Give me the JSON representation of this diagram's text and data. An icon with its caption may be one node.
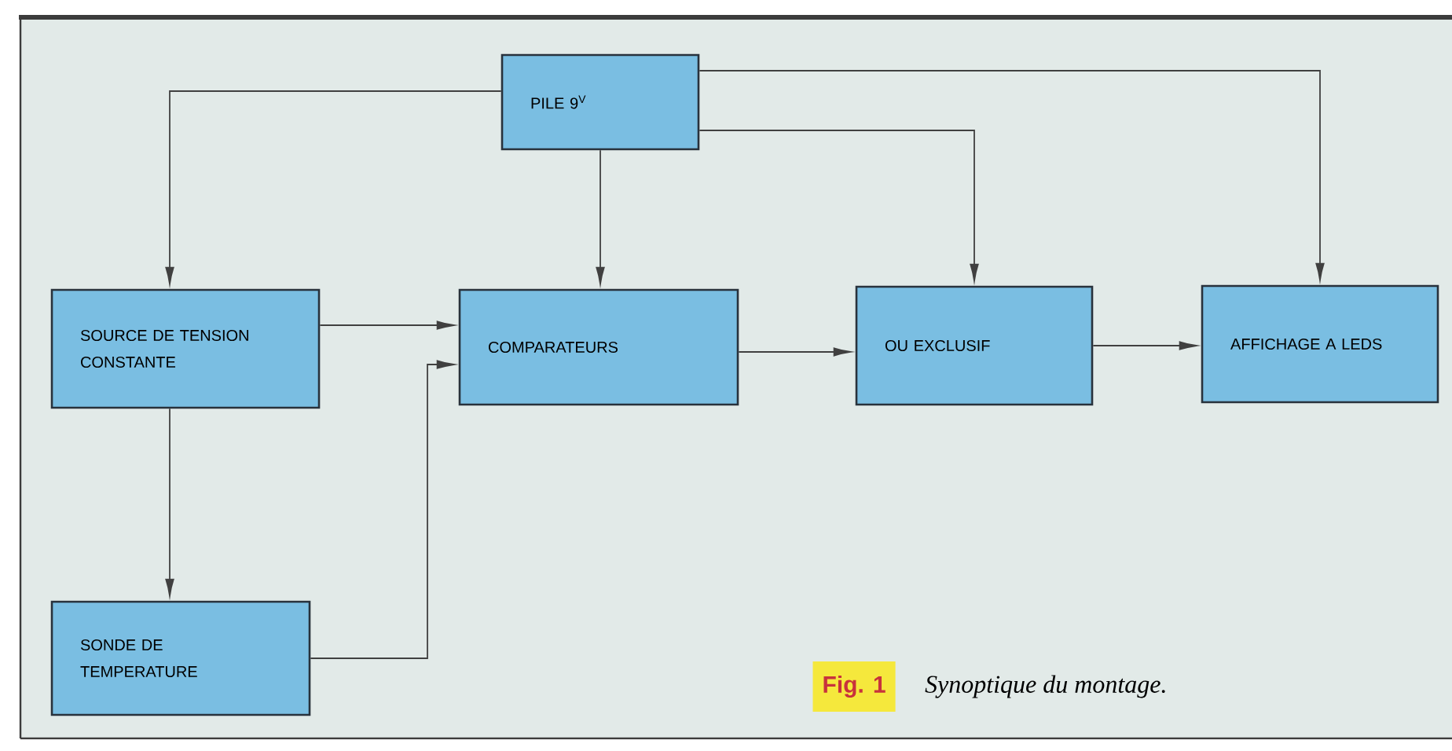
{
  "diagram": {
    "caption": "Synoptique du montage.",
    "nodes": [
      {
        "text": [
          "PILE 9$^{V}$"
        ]
      },
      {
        "text": [
          "SOURCE DE TENSION CONSTANTE"
        ]
      },
      {
        "text": [
          "COMPARATEURS"
        ]
      },
      {
        "text": [
          "OU EXCLUSIF"
        ]
      },
      {
        "text": [
          "AFFICHAGE A LEDS"
        ]
      },
      {
        "text": [
          "SONDE DE TEMPERATURE"
        ]
      }
    ],
    "edges": [
      {
        "from": 0,
        "to": 1,
        "arrow": "to"
      },
      {
        "from": 0,
        "to": 2,
        "arrow": "to"
      },
      {
        "from": 0,
        "to": 3,
        "arrow": "to"
      },
      {
        "from": 0,
        "to": 4,
        "arrow": "to"
      },
      {
        "from": 1,
        "to": 2,
        "arrow": "to"
      },
      {
        "from": 2,
        "to": 3,
        "arrow": "to"
      },
      {
        "from": 3,
        "to": 4,
        "arrow": "to"
      },
      {
        "from": 1,
        "to": 5,
        "arrow": "to"
      },
      {
        "from": 5,
        "to": 2,
        "arrow": "to"
      }
    ],
    "labels": [
      "Fig. 1"
    ]
  }
}
